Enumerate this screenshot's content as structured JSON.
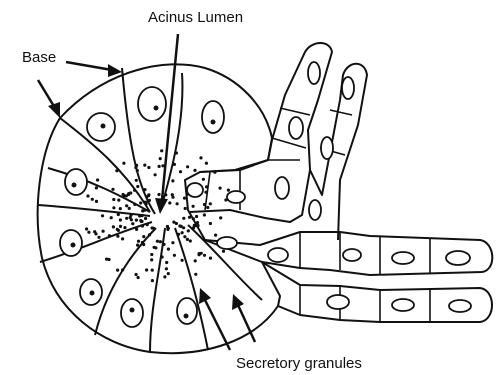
{
  "labels": {
    "acinus_lumen": "Acinus Lumen",
    "base": "Base",
    "secretory_granules": "Secretory granules"
  }
}
